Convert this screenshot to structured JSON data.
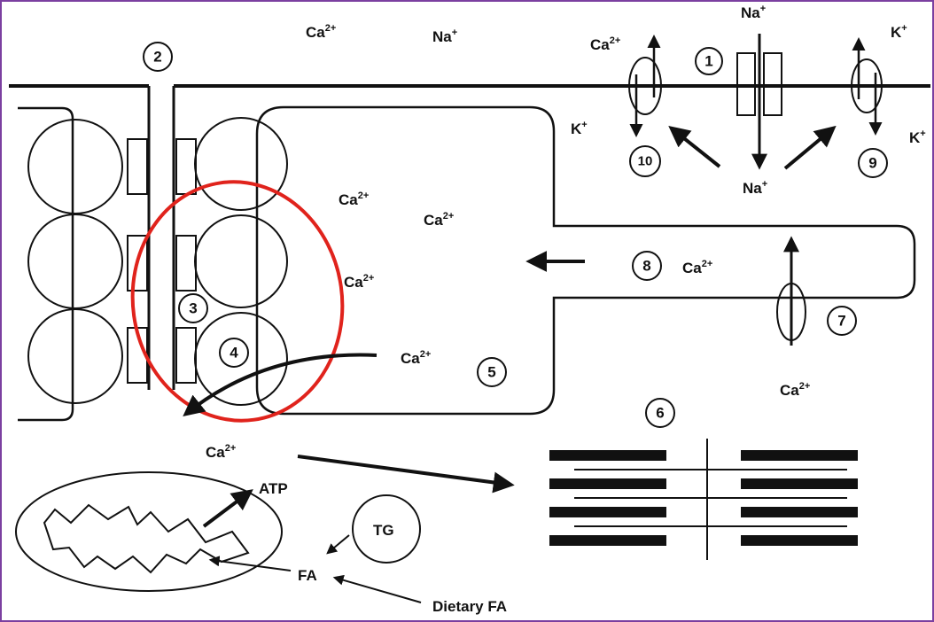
{
  "ions": {
    "ca": "Ca",
    "ca_charge": "2+",
    "na": "Na",
    "na_charge": "+",
    "k": "K",
    "k_charge": "+"
  },
  "markers": [
    "1",
    "2",
    "3",
    "4",
    "5",
    "6",
    "7",
    "8",
    "9",
    "10"
  ],
  "metabolites": {
    "atp": "ATP",
    "tg": "TG",
    "fa": "FA",
    "dietary_fa": "Dietary FA"
  },
  "colors": {
    "ink": "#111111",
    "highlight": "#e0231c",
    "frame": "#7b3fa0",
    "background": "#ffffff"
  }
}
